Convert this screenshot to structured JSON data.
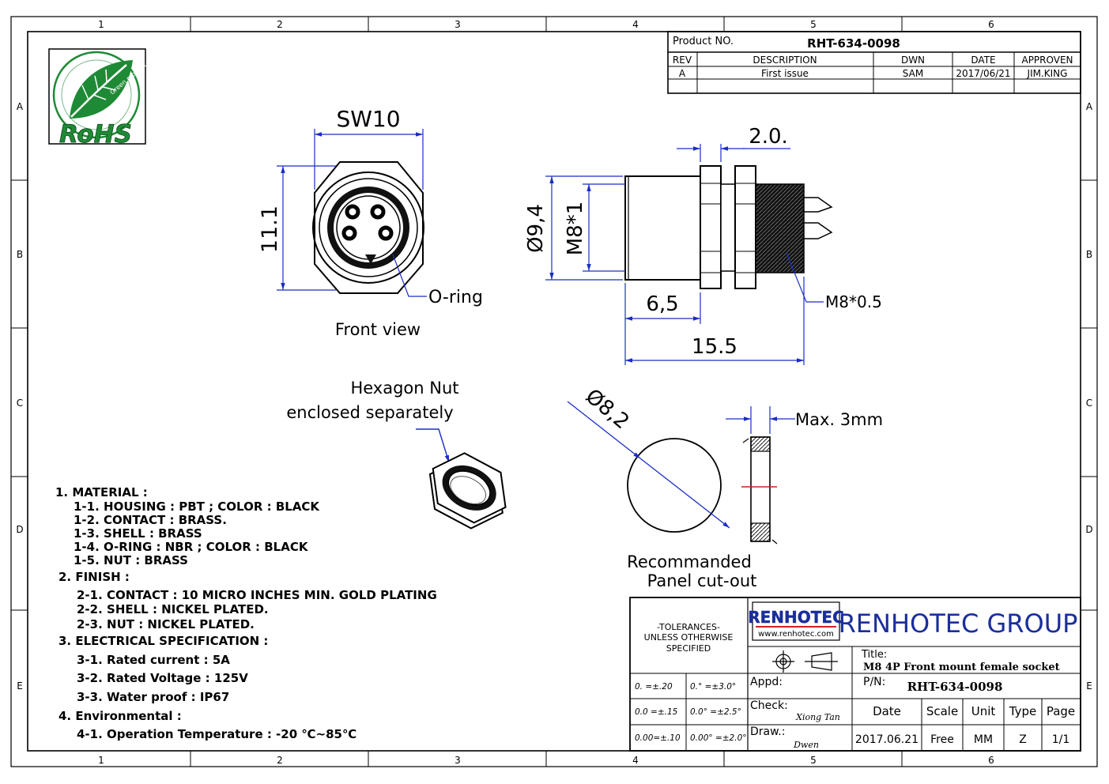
{
  "frame": {
    "columns": [
      "1",
      "2",
      "3",
      "4",
      "5",
      "6"
    ],
    "rows": [
      "A",
      "B",
      "C",
      "D",
      "E"
    ]
  },
  "logo": {
    "text": "RoHS",
    "subtext": "Green product",
    "color": "#1f8a35"
  },
  "rev_table": {
    "product_label": "Product NO.",
    "product_no": "RHT-634-0098",
    "headers": [
      "REV",
      "DESCRIPTION",
      "DWN",
      "DATE",
      "APPROVEN"
    ],
    "row": [
      "A",
      "First issue",
      "SAM",
      "2017/06/21",
      "JIM.KING"
    ]
  },
  "front_view": {
    "width_dim": "SW10",
    "height_dim": "11.1",
    "oring_label": "O-ring",
    "caption": "Front view"
  },
  "side_view": {
    "dim_flange": "2.0.",
    "dim_dia_outer": "Ø9,4",
    "dim_thread": "M8*1",
    "dim_body": "6,5",
    "dim_total": "15.5",
    "thread_label": "M8*0.5"
  },
  "hex_nut": {
    "line1": "Hexagon Nut",
    "line2": "enclosed separately"
  },
  "cutout": {
    "dim_dia": "Ø8,2",
    "max_label": "Max. 3mm",
    "caption1": "Recommanded",
    "caption2": "Panel cut-out"
  },
  "specs": [
    "1. MATERIAL :",
    "1-1. HOUSING : PBT ; COLOR : BLACK",
    "1-2. CONTACT :   BRASS.",
    "1-3. SHELL : BRASS",
    "1-4. O-RING : NBR ; COLOR : BLACK",
    "1-5. NUT : BRASS",
    "2. FINISH :",
    "2-1. CONTACT : 10 MICRO INCHES MIN. GOLD PLATING",
    "2-2. SHELL : NICKEL PLATED.",
    "2-3. NUT : NICKEL PLATED.",
    "3. ELECTRICAL SPECIFICATION :",
    "3-1. Rated current : 5A",
    "3-2. Rated Voltage : 125V",
    "3-3. Water proof : IP67",
    "4. Environmental :",
    "4-1. Operation Temperature : -20 ℃~85℃"
  ],
  "title_block": {
    "tol_line1": "-TOLERANCES-",
    "tol_line2": "UNLESS OTHERWISE",
    "tol_line3": "SPECIFIED",
    "tol_rows": [
      [
        "0.  =±.20",
        "0.°  =±3.0°"
      ],
      [
        "0.0  =±.15",
        "0.0°  =±2.5°"
      ],
      [
        "0.00=±.10",
        "0.00° =±2.0°"
      ]
    ],
    "company_logo": "RENHOTEC",
    "company_url": "www.renhotec.com",
    "company_name": "RENHOTEC  GROUP",
    "brand_color": "#1a2e9c",
    "title_label": "Title:",
    "title": "M8 4P Front mount female socket",
    "appd_label": "Appd:",
    "pn_label": "P/N:",
    "pn": "RHT-634-0098",
    "check_label": "Check:",
    "check_name": "Xiong Tan",
    "draw_label": "Draw.:",
    "draw_name": "Dwen",
    "col_headers": [
      "Date",
      "Scale",
      "Unit",
      "Type",
      "Page"
    ],
    "col_values": [
      "2017.06.21",
      "Free",
      "MM",
      "Z",
      "1/1"
    ]
  },
  "colors": {
    "dimension": "#1a2ec4",
    "line": "#000000",
    "cut_mark": "#d42020"
  }
}
